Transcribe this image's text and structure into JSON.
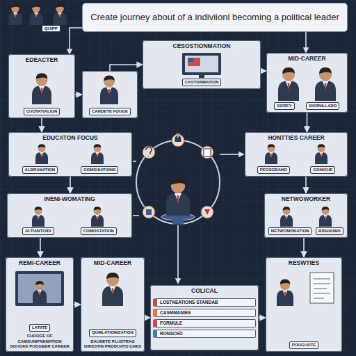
{
  "diagram": {
    "title": "Create journey about of a indiviionl becoming a political leader",
    "nodes": [
      {
        "text": [
          "EDEACTER",
          "CUOTATIALION"
        ]
      },
      {
        "text": [
          "CARDETE FOUGE"
        ]
      },
      {
        "text": [
          "CESOSTIONMATION",
          "CASTORMATION"
        ]
      },
      {
        "text": [
          "MID-CAREER",
          "SOREY",
          "BORNILLADO"
        ]
      },
      {
        "text": [
          "EDUCATON FOCUS",
          "ALBRANATION",
          "COMSHIATIONS"
        ]
      },
      {
        "text": [
          "HONTTIES CAREER",
          "PECOGDANO",
          "GONICHE"
        ]
      },
      {
        "text": [
          "INENI-WOMATING",
          "ALTIANTOIDI",
          "COMOSTATION"
        ]
      },
      {
        "text": [
          "NETWOWORKER",
          "NETWOMONATION",
          "BISHIAIIBS"
        ]
      },
      {
        "text": [
          "REMI-CAREER",
          "LATIITE",
          "CHOOGE OF CAMSUNIFNEMATION SOUOKE PUOGBER CAREER"
        ]
      },
      {
        "text": [
          "MID-CAREER",
          "QUMLATIONIZATION",
          "DAUNETE PLUSTRAG DIRESTIN PRODUATO CHES"
        ]
      },
      {
        "text": [
          "COLICAL",
          "LOSTNEATIONS STANDAB",
          "CASMMANIES",
          "FORMULE",
          "RONSCED"
        ]
      },
      {
        "text": [
          "RESWTIES",
          "POOGUOTE"
        ]
      }
    ],
    "edges": [
      {
        "from": 0,
        "to": 1,
        "arrow": "to"
      },
      {
        "from": 1,
        "to": 2,
        "arrow": "to"
      },
      {
        "from": 2,
        "to": 3,
        "arrow": "to"
      },
      {
        "from": 0,
        "to": 4,
        "arrow": "to"
      },
      {
        "from": 3,
        "to": 5,
        "arrow": "to"
      },
      {
        "from": 4,
        "to": 6,
        "arrow": "to"
      },
      {
        "from": 5,
        "to": 7,
        "arrow": "to"
      },
      {
        "from": 6,
        "to": 8,
        "arrow": "to"
      },
      {
        "from": 7,
        "to": 11,
        "arrow": "to"
      },
      {
        "from": 8,
        "to": 9,
        "arrow": "to"
      },
      {
        "from": 9,
        "to": 10,
        "arrow": "to"
      },
      {
        "from": 10,
        "to": 11,
        "arrow": "to"
      }
    ],
    "labels": [
      "QUIPP"
    ]
  }
}
